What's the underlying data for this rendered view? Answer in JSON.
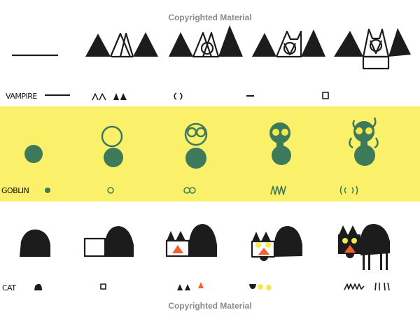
{
  "watermark_top": "Copyrighted Material",
  "watermark_bottom": "Copyrighted Material",
  "rows": [
    {
      "label": "VAMPIRE"
    },
    {
      "label": "GOBLIN"
    },
    {
      "label": "CAT"
    }
  ],
  "colors": {
    "band": "#faf06a",
    "goblin": "#3d7a5c",
    "cat": "#1c1c1c",
    "eyes": "#f4e94a",
    "nose": "#f2622e"
  }
}
